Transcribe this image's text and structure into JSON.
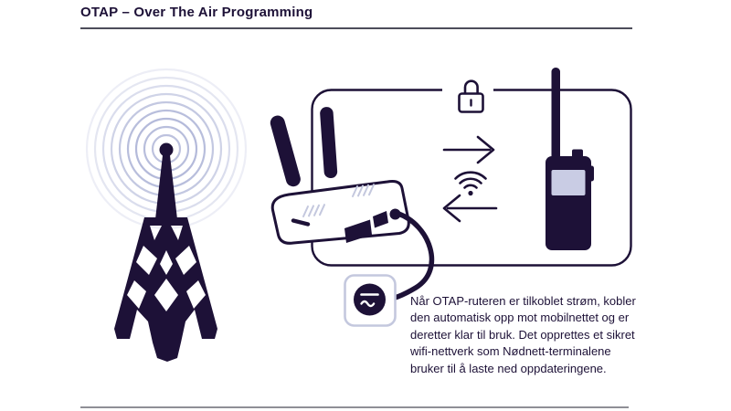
{
  "header": {
    "title": "OTAP – Over The Air Programming"
  },
  "description": {
    "lines": [
      "Når OTAP-ruteren er tilkoblet strøm, kobler",
      "den automatisk opp mot mobilnettet og er",
      "deretter klar til bruk. Det opprettes et sikret",
      "wifi-nettverk som Nødnett-terminalene",
      "bruker til å laste ned oppdateringene."
    ]
  },
  "diagram": {
    "icons": [
      "radio-waves-icon",
      "radio-tower-icon",
      "secure-zone-border",
      "lock-icon",
      "otap-router-icon",
      "arrow-right-icon",
      "wifi-icon",
      "arrow-left-icon",
      "nodnett-terminal-icon",
      "power-cable",
      "power-socket-icon"
    ]
  },
  "colors": {
    "ink": "#1d1137",
    "waves": "#acb3d6",
    "screen": "#c9cce4",
    "socket_border": "#c4c8de",
    "divider_top": "#4d4d5a",
    "divider_bottom": "#8f8f96",
    "background": "#ffffff"
  }
}
